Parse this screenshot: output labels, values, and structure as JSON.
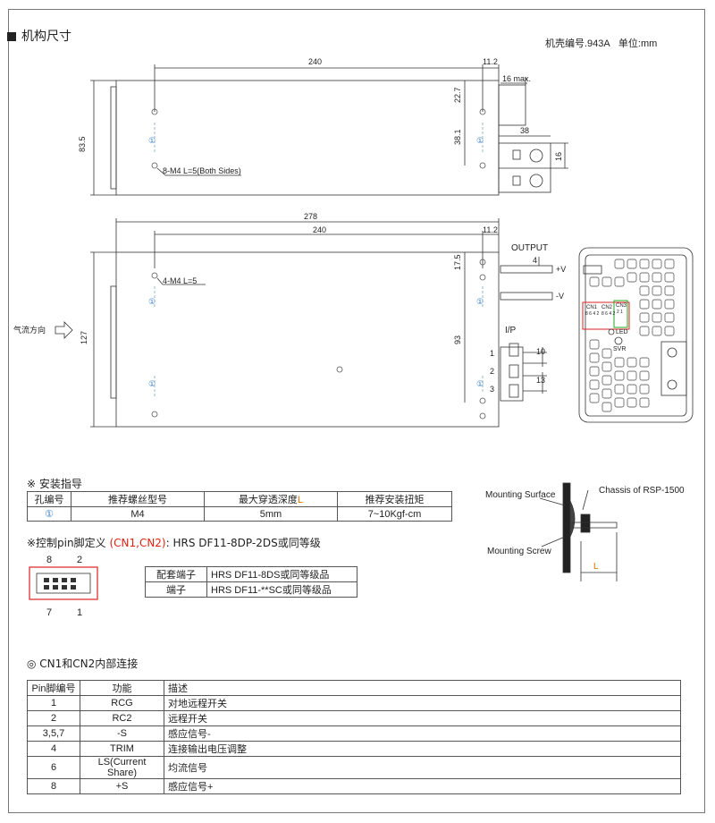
{
  "header": {
    "section_title": "机构尺寸",
    "case_info": "机壳编号.943A",
    "unit": "单位:mm"
  },
  "top_view": {
    "dim_240": "240",
    "dim_11_2": "11.2",
    "dim_16max": "16 max.",
    "dim_22_7": "22.7",
    "dim_83_5": "83.5",
    "dim_38_1": "38.1",
    "dim_38": "38",
    "dim_16": "16",
    "screw_note": "8-M4 L=5(Both Sides)",
    "hole_mark": "①"
  },
  "bottom_view": {
    "dim_278": "278",
    "dim_240": "240",
    "dim_11_2": "11.2",
    "dim_17_5": "17.5",
    "dim_127": "127",
    "dim_93": "93",
    "dim_4": "4",
    "dim_10": "10",
    "dim_13": "13",
    "screw_note": "4-M4 L=5",
    "airflow": "气流方向",
    "output_label": "OUTPUT",
    "plus_v": "+V",
    "minus_v": "-V",
    "ip_label": "I/P",
    "pin1": "1",
    "pin2": "2",
    "pin3": "3",
    "hole_mark": "①"
  },
  "front_panel": {
    "cn1": "CN1",
    "cn2": "CN2",
    "cn3": "CN3",
    "cn1_pins": "8 6 4 2",
    "cn2_pins": "8 6 4 2",
    "cn3_pins": "2 1",
    "led": "LED",
    "svr": "SVR"
  },
  "mount_guide": {
    "title": "※ 安装指导",
    "headers": [
      "孔编号",
      "推荐螺丝型号",
      "最大穿透深度",
      "推荐安装扭矩"
    ],
    "header_suffix_L": "L",
    "row": [
      "①",
      "M4",
      "5mm",
      "7~10Kgf-cm"
    ]
  },
  "mount_diagram": {
    "mounting_surface": "Mounting Surface",
    "chassis": "Chassis of RSP-1500",
    "mounting_screw": "Mounting Screw",
    "l_label": "L"
  },
  "control_pin": {
    "title_prefix": "※控制pin脚定义",
    "title_highlight": "(CN1,CN2)",
    "title_suffix": ": HRS DF11-8DP-2DS或同等级",
    "pin8": "8",
    "pin2": "2",
    "pin7": "7",
    "pin1": "1",
    "rows": [
      {
        "label": "配套端子",
        "value": "HRS DF11-8DS或同等级品"
      },
      {
        "label": "端子",
        "value": "HRS DF11-**SC或同等级品"
      }
    ]
  },
  "connection": {
    "title": "◎ CN1和CN2内部连接",
    "headers": [
      "Pin脚编号",
      "功能",
      "描述"
    ],
    "rows": [
      [
        "1",
        "RCG",
        "对地远程开关"
      ],
      [
        "2",
        "RC2",
        "远程开关"
      ],
      [
        "3,5,7",
        "-S",
        "感应信号-"
      ],
      [
        "4",
        "TRIM",
        "连接输出电压调整"
      ],
      [
        "6",
        "LS(Current Share)",
        "均流信号"
      ],
      [
        "8",
        "+S",
        "感应信号+"
      ]
    ]
  }
}
